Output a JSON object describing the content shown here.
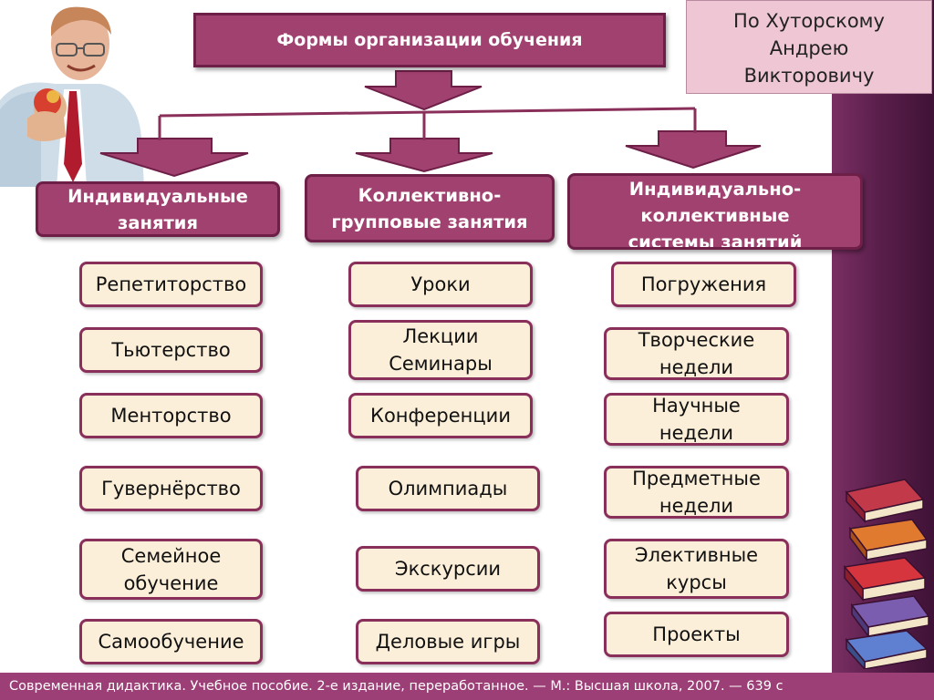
{
  "title": "Формы организации обучения",
  "author": [
    "По Хуторскому",
    "Андрею",
    "Викторовичу"
  ],
  "columns": [
    {
      "heading": [
        "Индивидуальные",
        "занятия"
      ],
      "items": [
        [
          "Репетиторство"
        ],
        [
          "Тьютерство"
        ],
        [
          "Менторство"
        ],
        [
          "Гувернёрство"
        ],
        [
          "Семейное",
          "обучение"
        ],
        [
          "Самообучение"
        ]
      ]
    },
    {
      "heading": [
        "Коллективно-",
        "групповые занятия"
      ],
      "items": [
        [
          "Уроки"
        ],
        [
          "Лекции",
          "Семинары"
        ],
        [
          "Конференции"
        ],
        [
          "Олимпиады"
        ],
        [
          "Экскурсии"
        ],
        [
          "Деловые игры"
        ]
      ]
    },
    {
      "heading": [
        "Индивидуально-",
        "коллективные",
        "системы занятий"
      ],
      "items": [
        [
          "Погружения"
        ],
        [
          "Творческие",
          "недели"
        ],
        [
          "Научные",
          "недели"
        ],
        [
          "Предметные",
          "недели"
        ],
        [
          "Элективные",
          "курсы"
        ],
        [
          "Проекты"
        ]
      ]
    }
  ],
  "footer": "Современная дидактика. Учебное пособие. 2-е издание, переработанное. — М.: Высшая школа, 2007. — 639 с",
  "colors": {
    "header_fill": "#a1416f",
    "item_fill": "#fcefd9",
    "band": "#5b1f4c",
    "footer": "#9b3f76",
    "author_box": "#eec6d4"
  }
}
